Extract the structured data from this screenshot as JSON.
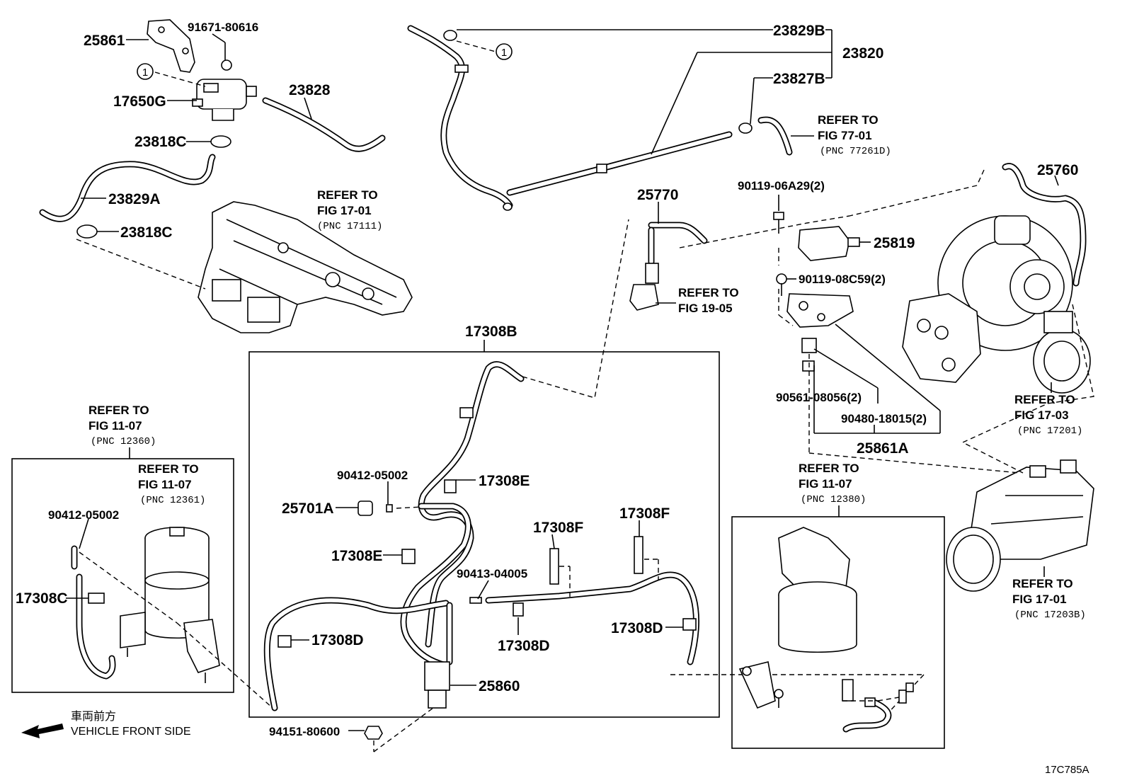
{
  "diagram_id": "17C785A",
  "front_side": {
    "japanese": "車両前方",
    "english": "VEHICLE FRONT SIDE"
  },
  "callout_marker": "1",
  "labels": {
    "p25861": "25861",
    "p91671": "91671-80616",
    "p17650g": "17650G",
    "p23828": "23828",
    "p23818c_a": "23818C",
    "p23829a": "23829A",
    "p23818c_b": "23818C",
    "p23829b": "23829B",
    "p23820": "23820",
    "p23827b": "23827B",
    "p25770": "25770",
    "p90119_06a29": "90119-06A29(2)",
    "p25819": "25819",
    "p90119_08c59": "90119-08C59(2)",
    "p25760": "25760",
    "p17308b": "17308B",
    "p90561": "90561-08056(2)",
    "p90480": "90480-18015(2)",
    "p25861a": "25861A",
    "p90412_a": "90412-05002",
    "p17308e_a": "17308E",
    "p25701a": "25701A",
    "p17308f_a": "17308F",
    "p17308f_b": "17308F",
    "p17308e_b": "17308E",
    "p90413": "90413-04005",
    "p17308d_a": "17308D",
    "p17308d_b": "17308D",
    "p17308d_c": "17308D",
    "p25860": "25860",
    "p94151": "94151-80600",
    "p90412_b": "90412-05002",
    "p17308c": "17308C"
  },
  "references": {
    "fig17_01a": {
      "line1": "REFER TO",
      "line2": "FIG 17-01",
      "pnc": "(PNC 17111)"
    },
    "fig77_01": {
      "line1": "REFER TO",
      "line2": "FIG 77-01",
      "pnc": "(PNC 77261D)"
    },
    "fig19_05": {
      "line1": "REFER TO",
      "line2": "FIG 19-05"
    },
    "fig17_03": {
      "line1": "REFER TO",
      "line2": "FIG 17-03",
      "pnc": "(PNC 17201)"
    },
    "fig17_01b": {
      "line1": "REFER TO",
      "line2": "FIG 17-01",
      "pnc": "(PNC 17203B)"
    },
    "fig11_07a": {
      "line1": "REFER TO",
      "line2": "FIG 11-07",
      "pnc": "(PNC 12360)"
    },
    "fig11_07b": {
      "line1": "REFER TO",
      "line2": "FIG 11-07",
      "pnc": "(PNC 12361)"
    },
    "fig11_07c": {
      "line1": "REFER TO",
      "line2": "FIG 11-07",
      "pnc": "(PNC 12380)"
    }
  }
}
